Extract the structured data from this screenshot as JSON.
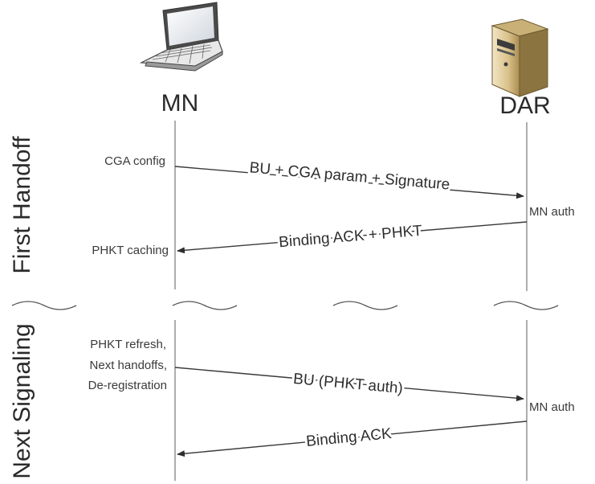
{
  "participants": {
    "mn": {
      "label": "MN",
      "icon": "laptop-icon"
    },
    "dar": {
      "label": "DAR",
      "icon": "server-icon"
    }
  },
  "phases": {
    "first": "First Handoff",
    "next": "Next Signaling"
  },
  "notes": {
    "cga_config": "CGA config",
    "mn_auth_1": "MN auth",
    "phkt_caching": "PHKT caching",
    "phkt_refresh": "PHKT refresh,",
    "next_handoffs": "Next handoffs,",
    "deregistration": "De-registration",
    "mn_auth_2": "MN auth"
  },
  "messages": {
    "m1": "BU + CGA param + Signature",
    "m2": "Binding ACK + PHKT",
    "m3": "BU (PHKT auth)",
    "m4": "Binding ACK"
  },
  "colors": {
    "lifeline": "#8a8a8a",
    "arrow": "#3a3a3a",
    "server_body": "#d9c089"
  }
}
